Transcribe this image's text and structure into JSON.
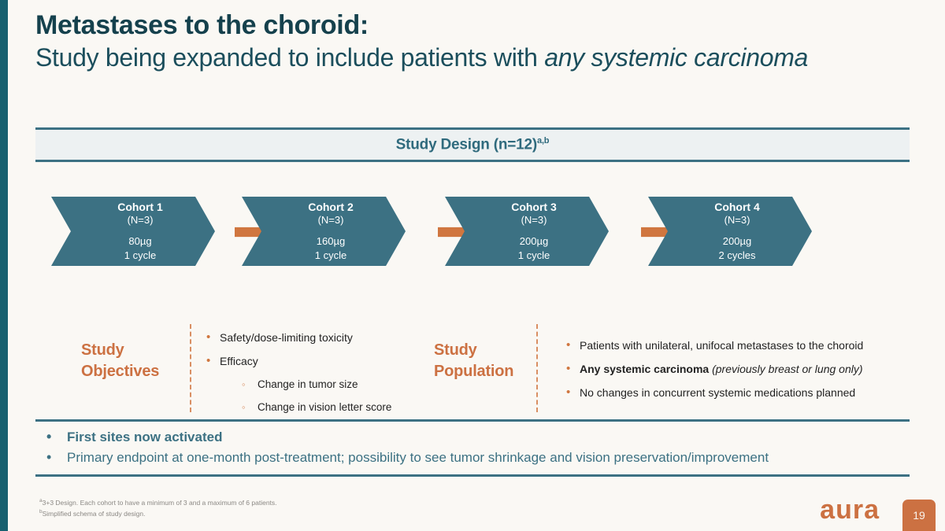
{
  "theme": {
    "background": "#faf8f4",
    "teal_dark": "#15414d",
    "teal": "#3c7183",
    "teal_edge": "#17606f",
    "orange": "#d0763f",
    "orange_head": "#cc7142",
    "band_bg": "#edf1f2"
  },
  "title": {
    "line1": "Metastases to the choroid:",
    "line2_plain": "Study being expanded to include patients with ",
    "line2_emphasis": "any systemic carcinoma"
  },
  "study_design": {
    "band_label": "Study Design (n=12)",
    "band_label_superscript": "a,b",
    "cohorts": [
      {
        "name": "Cohort 1",
        "n": "(N=3)",
        "dose": "80µg",
        "cycles": "1 cycle"
      },
      {
        "name": "Cohort 2",
        "n": "(N=3)",
        "dose": "160µg",
        "cycles": "1 cycle"
      },
      {
        "name": "Cohort 3",
        "n": "(N=3)",
        "dose": "200µg",
        "cycles": "1 cycle"
      },
      {
        "name": "Cohort 4",
        "n": "(N=3)",
        "dose": "200µg",
        "cycles": "2 cycles"
      }
    ]
  },
  "objectives": {
    "heading_line1": "Study",
    "heading_line2": "Objectives",
    "items": [
      "Safety/dose-limiting toxicity",
      "Efficacy"
    ],
    "subitems": [
      "Change in tumor size",
      "Change in vision letter score"
    ]
  },
  "population": {
    "heading_line1": "Study",
    "heading_line2": "Population",
    "items": [
      {
        "text": "Patients with unilateral, unifocal metastases to the choroid",
        "bold": "",
        "italic": ""
      },
      {
        "text": "",
        "bold": "Any systemic carcinoma",
        "italic": " (previously breast or lung only)"
      },
      {
        "text": "No changes in concurrent systemic medications planned",
        "bold": "",
        "italic": ""
      }
    ]
  },
  "takeaways": [
    {
      "text": "First sites now activated",
      "emphasis": true
    },
    {
      "text": "Primary endpoint at one-month post-treatment; possibility to see tumor shrinkage and vision preservation/improvement",
      "emphasis": false
    }
  ],
  "footnotes": [
    {
      "marker": "a",
      "text": "3+3 Design. Each cohort to have a minimum of 3 and a maximum of 6 patients."
    },
    {
      "marker": "b",
      "text": "Simplified schema of study design."
    }
  ],
  "brand": {
    "wordmark": "aura",
    "page_number": "19"
  }
}
